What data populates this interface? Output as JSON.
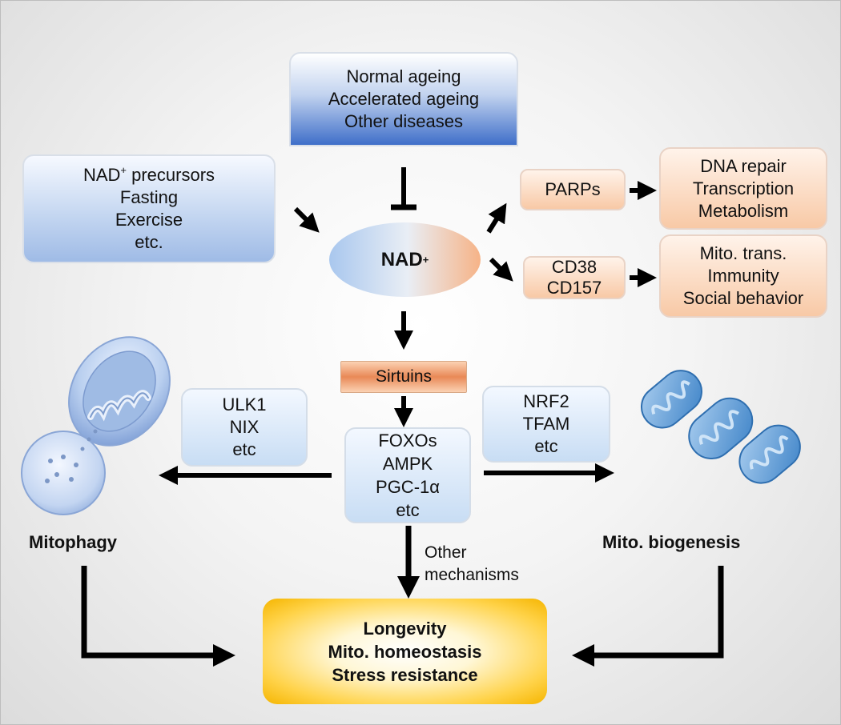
{
  "disease_box": {
    "lines": [
      "Normal ageing",
      "Accelerated ageing",
      "Other diseases"
    ]
  },
  "precursor_box": {
    "line1_pre": "NAD",
    "line1_sup": "+",
    "line1_post": " precursors",
    "lines": [
      "Fasting",
      "Exercise",
      "etc."
    ]
  },
  "nad": {
    "label": "NAD",
    "sup": "+"
  },
  "parps": {
    "label": "PARPs"
  },
  "parp_outcomes": {
    "lines": [
      "DNA repair",
      "Transcription",
      "Metabolism"
    ]
  },
  "cd_box": {
    "lines": [
      "CD38",
      "CD157"
    ]
  },
  "cd_outcomes": {
    "lines": [
      "Mito. trans.",
      "Immunity",
      "Social behavior"
    ]
  },
  "sirtuins": {
    "label": "Sirtuins"
  },
  "effectors": {
    "lines": [
      "FOXOs",
      "AMPK",
      "PGC-1α",
      "etc"
    ]
  },
  "mitophagy_mediators": {
    "lines": [
      "ULK1",
      "NIX",
      "etc"
    ]
  },
  "biogenesis_mediators": {
    "lines": [
      "NRF2",
      "TFAM",
      "etc"
    ]
  },
  "mitophagy_label": "Mitophagy",
  "biogenesis_label": "Mito. biogenesis",
  "other_mechanisms": {
    "lines": [
      "Other",
      "mechanisms"
    ]
  },
  "outcome_box": {
    "lines": [
      "Longevity",
      "Mito. homeostasis",
      "Stress resistance"
    ]
  },
  "colors": {
    "arrow": "#000000",
    "mito_blue": "#5b9bd5",
    "mitophagy_blue": "#a9c3ea"
  }
}
